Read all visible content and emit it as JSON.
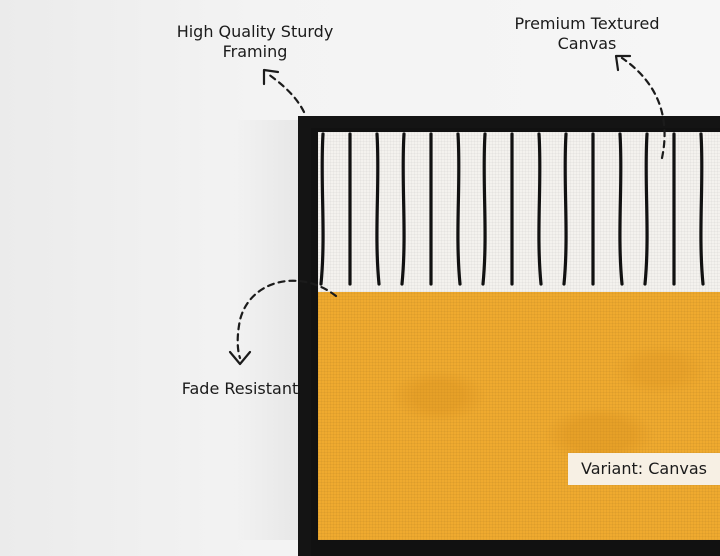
{
  "callouts": {
    "framing": {
      "line1": "High Quality Sturdy",
      "line2": "Framing"
    },
    "canvas": {
      "line1": "Premium Textured",
      "line2": "Canvas"
    },
    "fade": {
      "text": "Fade Resistant"
    }
  },
  "variant_badge": "Variant: Canvas",
  "colors": {
    "frame": "#141414",
    "canvas_white": "#f4f2ee",
    "mustard": "#efaa2f",
    "wall": "#f3f3f3"
  }
}
